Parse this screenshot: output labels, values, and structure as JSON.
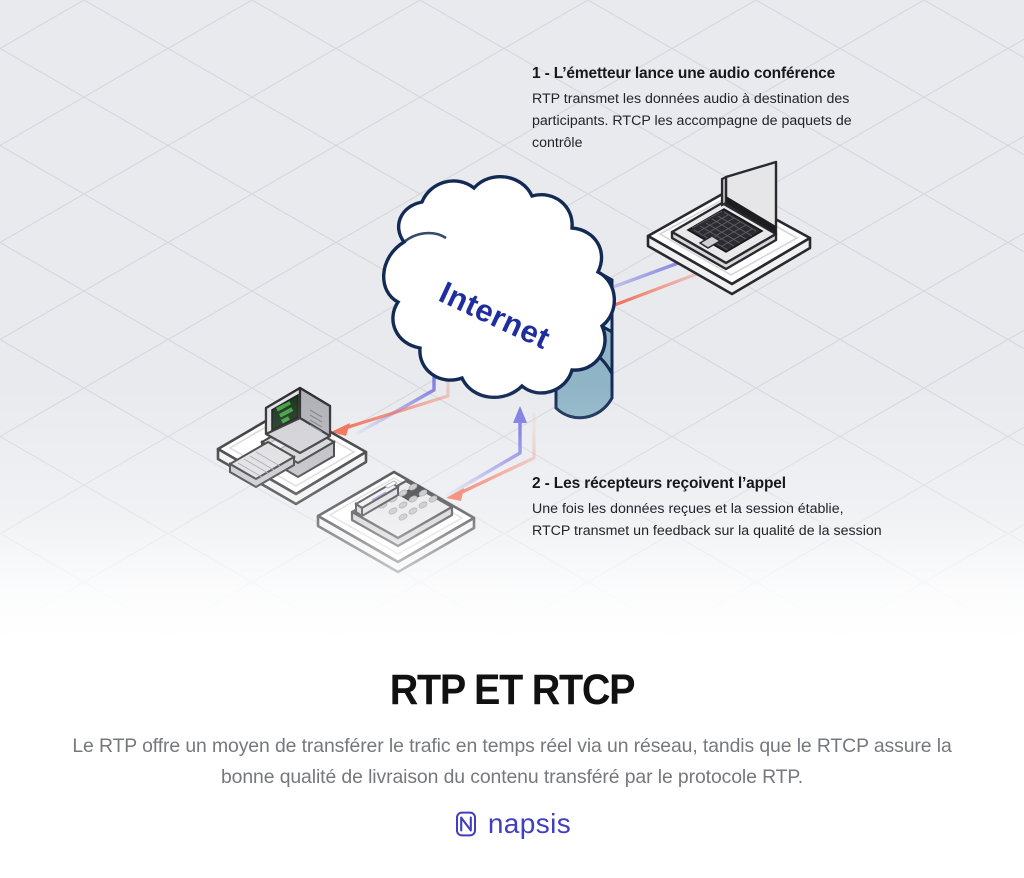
{
  "scene": {
    "cloud_label": "Internet",
    "colors": {
      "background": "#e8eaee",
      "grid_line": "#d6d8dd",
      "cloud_outline": "#122a54",
      "cloud_front": "#ffffff",
      "cloud_top": "#cde6f6",
      "cloud_side": "#8fb4c6",
      "arrow_blue": "#7b77e0",
      "arrow_red": "#f2644a",
      "device_outline": "#2a2a2e",
      "device_fill": "#ffffff",
      "crt_screen": "#16301a",
      "crt_pixels": "#3f9e3f"
    },
    "devices": [
      {
        "name": "laptop",
        "role": "sender"
      },
      {
        "name": "desktop-computer",
        "role": "receiver"
      },
      {
        "name": "desk-phone",
        "role": "receiver"
      }
    ],
    "flows": [
      {
        "from": "laptop",
        "to": "internet",
        "color": "#7b77e0"
      },
      {
        "from": "internet",
        "to": "laptop",
        "color": "#f2644a"
      },
      {
        "from": "desktop-computer",
        "to": "internet",
        "color": "#7b77e0"
      },
      {
        "from": "internet",
        "to": "desktop-computer",
        "color": "#f2644a"
      },
      {
        "from": "desk-phone",
        "to": "internet",
        "color": "#7b77e0"
      },
      {
        "from": "internet",
        "to": "desk-phone",
        "color": "#f2644a"
      }
    ]
  },
  "callouts": [
    {
      "title": "1 - L’émetteur lance une audio conférence",
      "body": "RTP transmet les données audio à destination des participants. RTCP les accompagne de paquets de contrôle"
    },
    {
      "title": "2 - Les récepteurs reçoivent l’appel",
      "body": "Une fois les données reçues et la session établie, RTCP transmet un feedback sur la qualité de la session"
    }
  ],
  "footer": {
    "title": "RTP ET RTCP",
    "description": "Le RTP offre un moyen de transférer le trafic en temps réel via un réseau, tandis que le RTCP assure la bonne qualité de livraison du contenu transféré par le protocole RTP.",
    "logo_text": "napsis",
    "logo_color": "#3f3fc0"
  }
}
